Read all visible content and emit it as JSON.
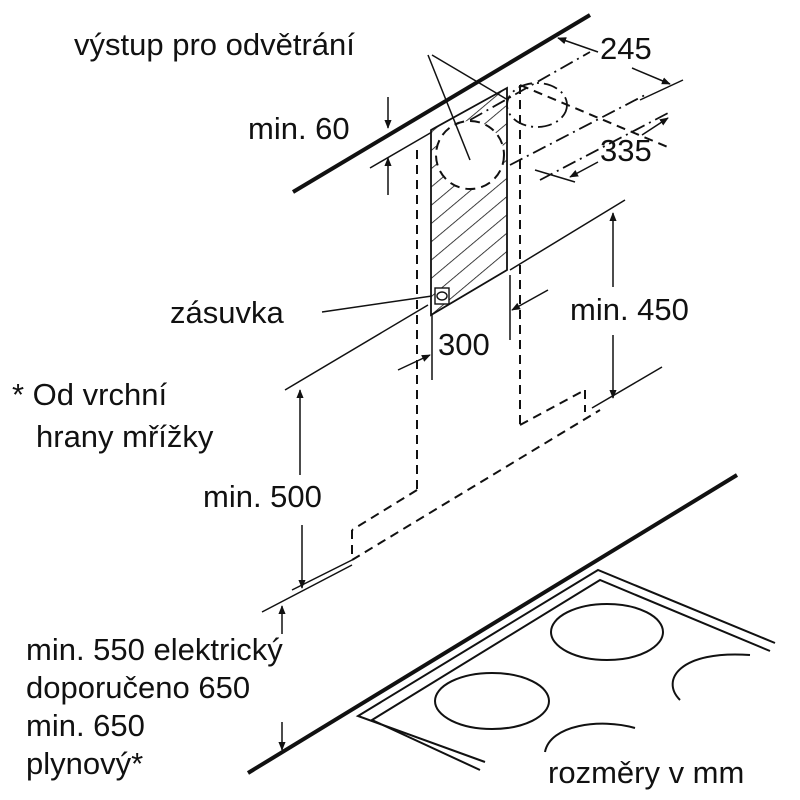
{
  "diagram": {
    "type": "installation-dimension-drawing",
    "subject": "chimney cooker hood above hob",
    "colors": {
      "line": "#111111",
      "background": "#ffffff"
    },
    "labels": {
      "vent_outlet": "výstup pro odvětrání",
      "min_60": "min. 60",
      "dim_245": "245",
      "dim_335": "335",
      "socket": "zásuvka",
      "dim_300": "300",
      "min_450": "min. 450",
      "footnote_line1": "* Od vrchní",
      "footnote_line2": "hrany mřížky",
      "min_500": "min. 500",
      "electric_line1": "min. 550 elektrický",
      "electric_line2": "doporučeno 650",
      "gas_line1": "min. 650",
      "gas_line2": "plynový*",
      "units": "rozměry v mm"
    },
    "dimensions_mm": {
      "vent_offset_min": 60,
      "outlet_depth": 245,
      "outlet_width": 335,
      "socket_zone_width": 300,
      "socket_zone_height_min": 450,
      "chimney_min": 500,
      "hob_clearance_electric_min": 550,
      "hob_clearance_recommended": 650,
      "hob_clearance_gas_min": 650
    }
  }
}
